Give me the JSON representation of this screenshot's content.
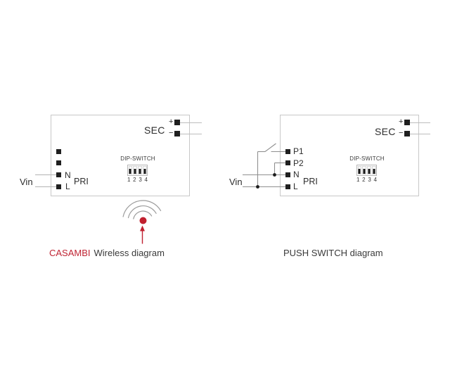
{
  "left_diagram": {
    "caption_brand": "CASAMBI",
    "caption_rest": "Wireless diagram",
    "vin_label": "Vin",
    "pri_label": "PRI",
    "sec_label": "SEC",
    "plus_label": "+",
    "minus_label": "−",
    "terminal_labels": [
      "",
      "",
      "N",
      "L"
    ],
    "dip_switch": {
      "label": "DIP-SWITCH",
      "positions": [
        "1",
        "2",
        "3",
        "4"
      ]
    },
    "wireless_icon": "wifi-signal-with-red-dot-and-up-arrow"
  },
  "right_diagram": {
    "caption": "PUSH SWITCH diagram",
    "vin_label": "Vin",
    "pri_label": "PRI",
    "sec_label": "SEC",
    "plus_label": "+",
    "minus_label": "−",
    "terminal_labels": [
      "P1",
      "P2",
      "N",
      "L"
    ],
    "dip_switch": {
      "label": "DIP-SWITCH",
      "positions": [
        "1",
        "2",
        "3",
        "4"
      ]
    },
    "switch_icon": "open-push-switch-symbol"
  },
  "colors": {
    "accent_red": "#bf2433",
    "wire_gray": "#8f8f8f",
    "light_wire_gray": "#bdbdbd",
    "box_border_gray": "#c8c8c8",
    "ink": "#2d2d2d"
  }
}
